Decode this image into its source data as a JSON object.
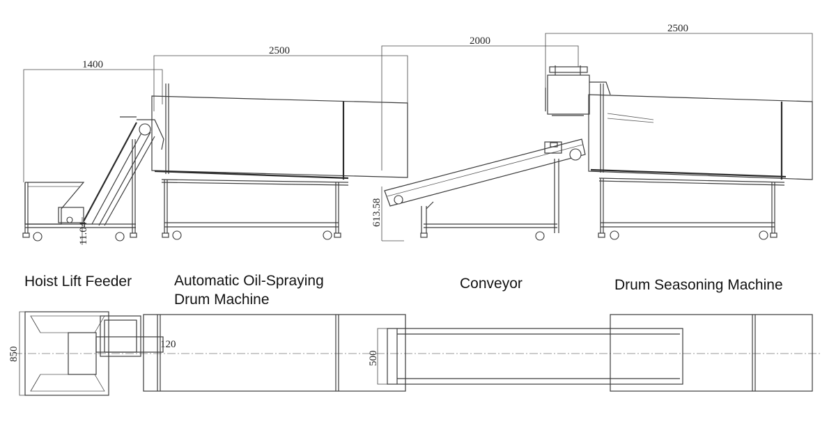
{
  "captions": {
    "hoist": "Hoist Lift Feeder",
    "oil_line1": "Automatic Oil-Spraying",
    "oil_line2": "Drum Machine",
    "conveyor": "Conveyor",
    "seasoning": "Drum Seasoning Machine"
  },
  "dimensions": {
    "hoist_length": "1400",
    "hoist_height": "11.04",
    "oil_drum_length": "2500",
    "conveyor_length": "2000",
    "conveyor_height": "613.58",
    "seasoning_length": "2500",
    "hoist_width": "850",
    "small_offset": "120",
    "conveyor_width": "500"
  }
}
